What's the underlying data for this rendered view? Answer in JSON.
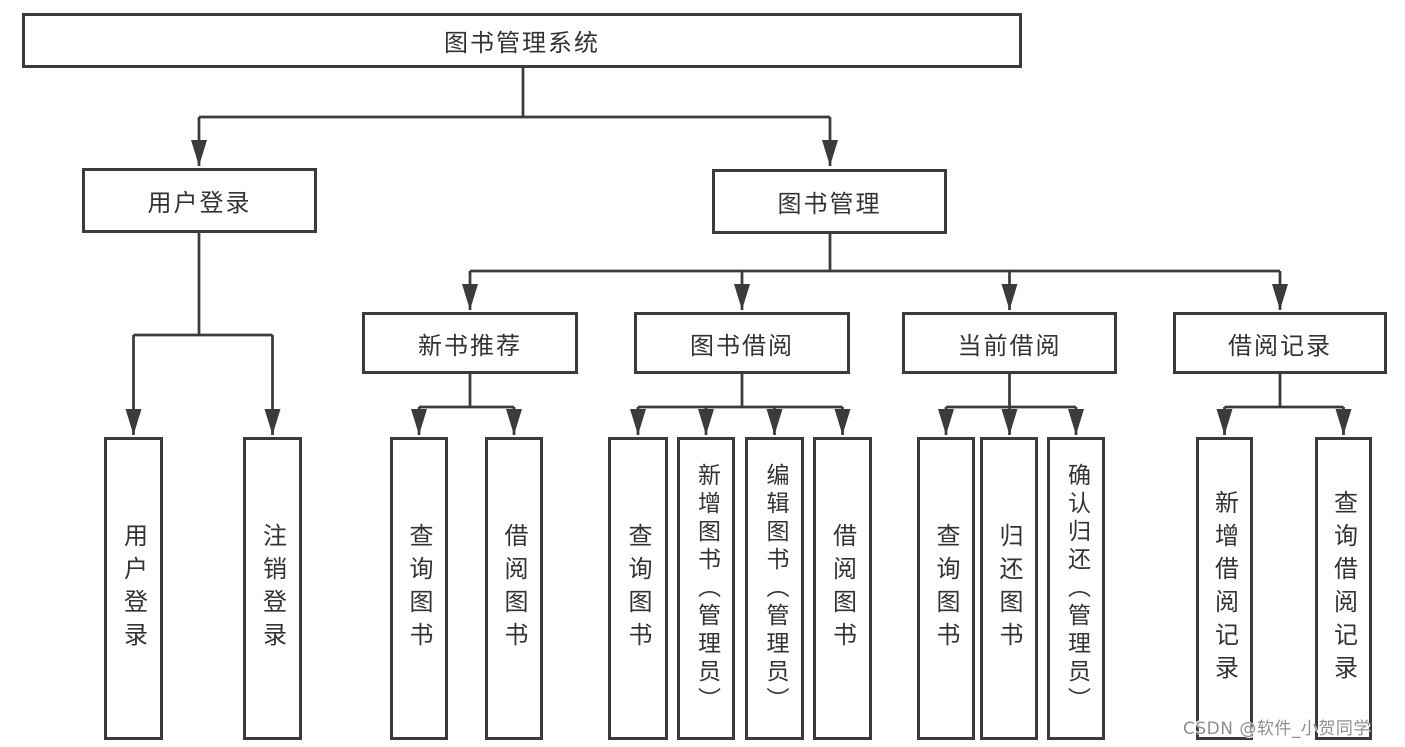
{
  "diagram": {
    "root": {
      "label": "图书管理系统",
      "children": [
        {
          "label": "用户登录",
          "children": [
            {
              "label": "用户登录"
            },
            {
              "label": "注销登录"
            }
          ]
        },
        {
          "label": "图书管理",
          "children": [
            {
              "label": "新书推荐",
              "children": [
                {
                  "label": "查询图书"
                },
                {
                  "label": "借阅图书"
                }
              ]
            },
            {
              "label": "图书借阅",
              "children": [
                {
                  "label": "查询图书"
                },
                {
                  "label": "新增图书（管理员）"
                },
                {
                  "label": "编辑图书（管理员）"
                },
                {
                  "label": "借阅图书"
                }
              ]
            },
            {
              "label": "当前借阅",
              "children": [
                {
                  "label": "查询图书"
                },
                {
                  "label": "归还图书"
                },
                {
                  "label": "确认归还（管理员）"
                }
              ]
            },
            {
              "label": "借阅记录",
              "children": [
                {
                  "label": "新增借阅记录"
                },
                {
                  "label": "查询借阅记录"
                }
              ]
            }
          ]
        }
      ]
    }
  },
  "watermark": {
    "text": "CSDN @软件_小贺同学"
  },
  "colors": {
    "line": "#3b3b3b",
    "text": "#333333",
    "box_fill": "#ffffff",
    "background": "#ffffff",
    "watermark": "#8f8f8f"
  }
}
